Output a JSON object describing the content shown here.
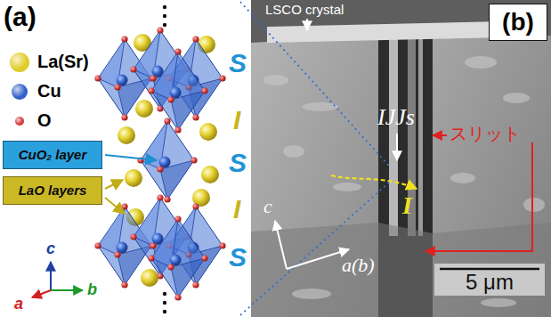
{
  "diagram": {
    "nodes": [
      {
        "text": [
          "CuO₂ layer"
        ]
      },
      {
        "text": [
          "LaO layers"
        ]
      },
      {
        "text": [
          "(b)"
        ]
      }
    ],
    "labels": [
      "(a)",
      "S",
      "I",
      "S",
      "I",
      "S",
      "c",
      "a",
      "b",
      "LSCO crystal",
      "IJJs",
      "スリット",
      "I",
      "c",
      "a(b)",
      "5 μm"
    ],
    "legend": [
      {
        "text": "La(Sr)",
        "color": "#e0cc2a"
      },
      {
        "text": "Cu",
        "color": "#2f5fc8"
      },
      {
        "text": "O",
        "color": "#d23a3a"
      }
    ]
  }
}
